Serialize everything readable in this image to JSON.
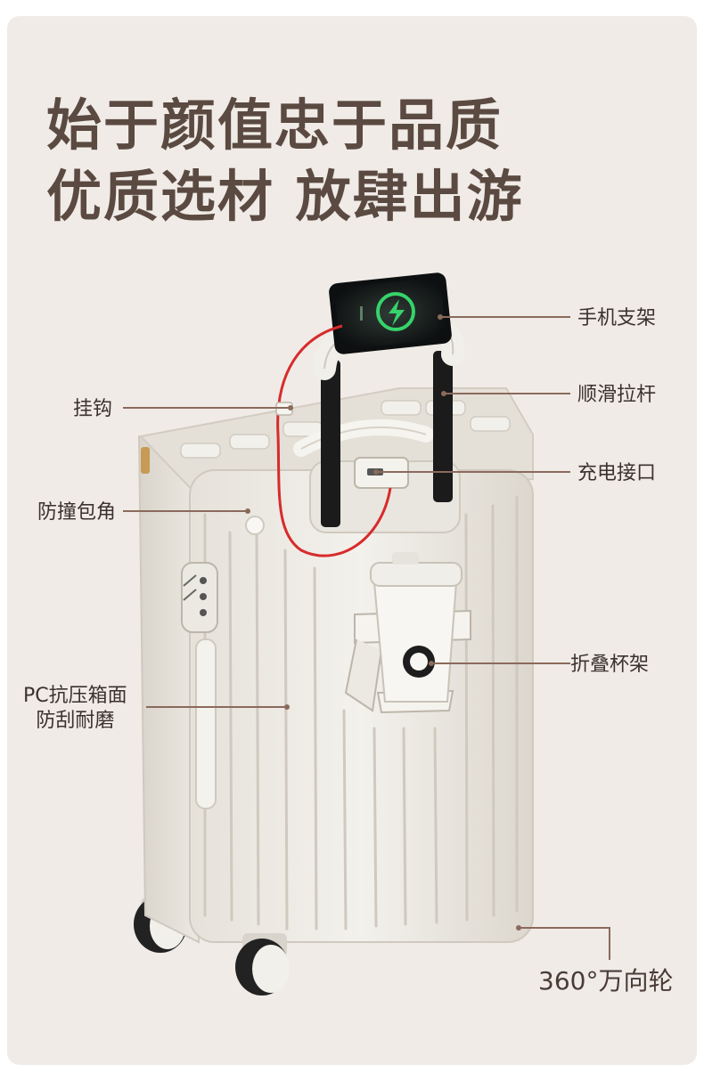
{
  "headline": {
    "line1": "始于颜值忠于品质",
    "line2": "优质选材 放肆出游"
  },
  "callouts": {
    "phone_holder": "手机支架",
    "smooth_handle": "顺滑拉杆",
    "hook": "挂钩",
    "charging_port": "充电接口",
    "corner_guard": "防撞包角",
    "cup_holder": "折叠杯架",
    "pc_case": "PC抗压箱面\n防刮耐磨",
    "wheels": "360°万向轮"
  },
  "colors": {
    "headline": "#5b4a41",
    "leader_line": "#8a6a5c",
    "background": "#f0ebe7",
    "suitcase": "#ece9e2",
    "cable": "#d72b2b"
  },
  "icons": {
    "phone_screen": "charging-bolt-icon",
    "cup_logo": "coffee-logo-icon"
  }
}
